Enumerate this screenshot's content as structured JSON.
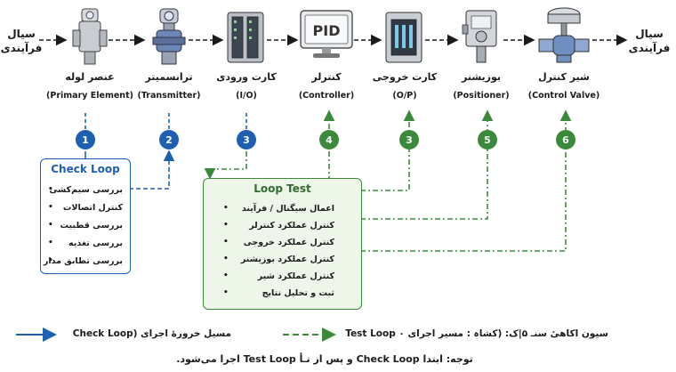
{
  "flow": {
    "left_label": "سیال\nفرآیندی",
    "right_label": "سیال\nفرآیندی"
  },
  "stages": [
    {
      "title": "عنصر لوله",
      "subtitle": "(Primary Element)",
      "number": "1",
      "icon": "primary-element-icon"
    },
    {
      "title": "ترانسمیتر",
      "subtitle": "(Transmitter)",
      "number": "2",
      "icon": "transmitter-icon"
    },
    {
      "title": "کارت ورودی",
      "subtitle": "(I/O)",
      "number": "3",
      "icon": "io-card-icon"
    },
    {
      "title": "کنترلر",
      "subtitle": "(Controller)",
      "number": "4",
      "icon": "controller-pid-icon",
      "screen_text": "PID"
    },
    {
      "title": "کارت خروجی",
      "subtitle": "(O/P)",
      "number": "3",
      "icon": "output-card-icon"
    },
    {
      "title": "بوزیشنر",
      "subtitle": "(Positioner)",
      "number": "5",
      "icon": "positioner-icon"
    },
    {
      "title": "شیر کنترل",
      "subtitle": "(Control Valve)",
      "number": "6",
      "icon": "control-valve-icon"
    }
  ],
  "check_loop": {
    "title": "Check Loop",
    "bullet": "•",
    "items": [
      "بررسی سیم‌کشی",
      "کنترل اتصالات",
      "بررسی قطبیت",
      "بررسی تغذیه",
      "بررسی تطابق مدار"
    ]
  },
  "loop_test": {
    "title": "Loop Test",
    "bullet": "•",
    "items": [
      "اعمال سیگنال / فرآیند",
      "کنترل عملکرد کنترلر",
      "کنترل عملکرد خروجی",
      "کنترل عملکرد بوزیشنر",
      "کنترل عملکرد شیر",
      "ثبت و تحلیل نتایج"
    ]
  },
  "legend": {
    "check_loop_text": "مسیل خرورۀ اجرای (Check Loop",
    "test_loop_text": "سیون اکاهیٔ سنـ ۵|ک: (کشاہ : مسیر اجرای Test Loop ۰"
  },
  "note": {
    "text": "توجه: ابتدا Check Loop و پس از تـأ Test Loop اجرا می‌شود."
  },
  "colors": {
    "blue": "#1d5fb0",
    "green": "#3b8a3b",
    "check_fill": "#ffffff",
    "test_fill": "#eef5e9"
  }
}
